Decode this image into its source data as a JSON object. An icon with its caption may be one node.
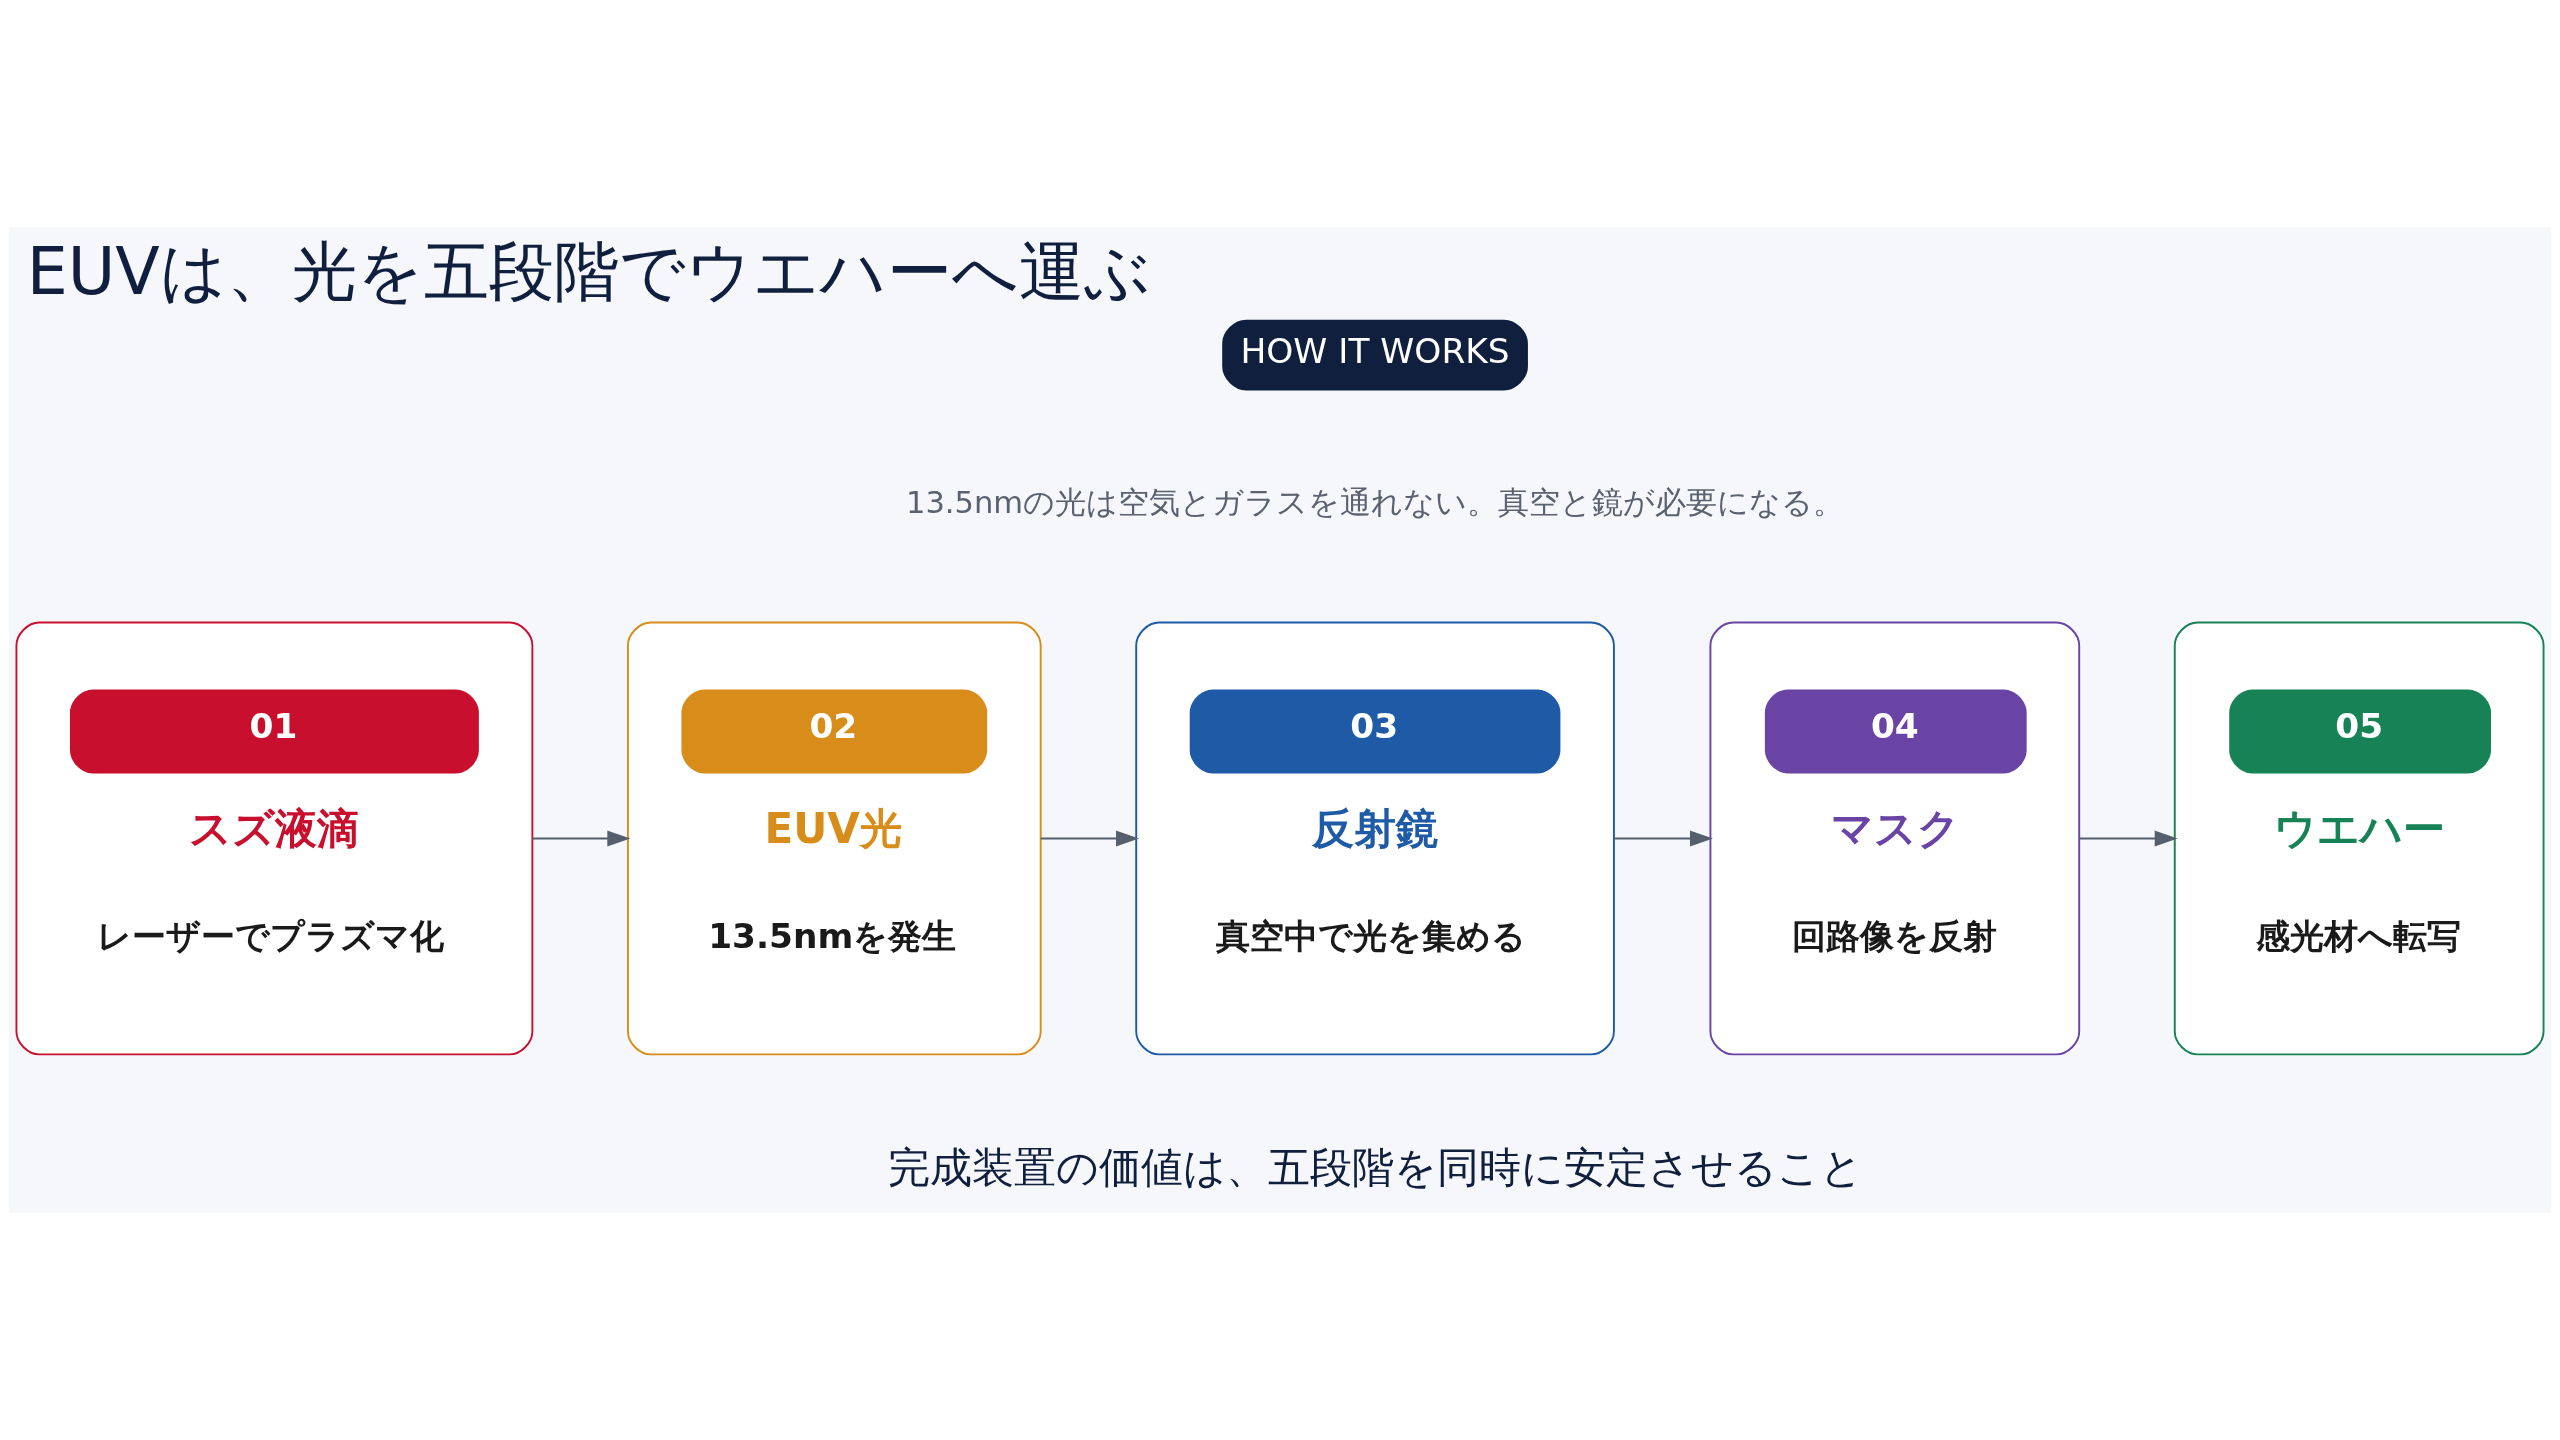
{
  "diagram": {
    "title": "EUVは、光を五段階でウエハーへ運ぶ",
    "nodes": [
      {
        "text": [
          "01",
          "スズ液滴",
          "レーザーでプラズマ化"
        ]
      },
      {
        "text": [
          "02",
          "EUV光",
          "13.5nmを発生"
        ]
      },
      {
        "text": [
          "03",
          "反射鏡",
          "真空中で光を集める"
        ]
      },
      {
        "text": [
          "04",
          "マスク",
          "回路像を反射"
        ]
      },
      {
        "text": [
          "05",
          "ウエハー",
          "感光材へ転写"
        ]
      }
    ],
    "edges": [
      {
        "from": 0,
        "to": 1,
        "arrow": "to"
      },
      {
        "from": 1,
        "to": 2,
        "arrow": "to"
      },
      {
        "from": 2,
        "to": 3,
        "arrow": "to"
      },
      {
        "from": 3,
        "to": 4,
        "arrow": "to"
      }
    ],
    "labels": [
      "HOW IT WORKS",
      "13.5nmの光は空気とガラスを通れない。真空と鏡が必要になる。",
      "完成装置の価値は、五段階を同時に安定させること"
    ]
  }
}
